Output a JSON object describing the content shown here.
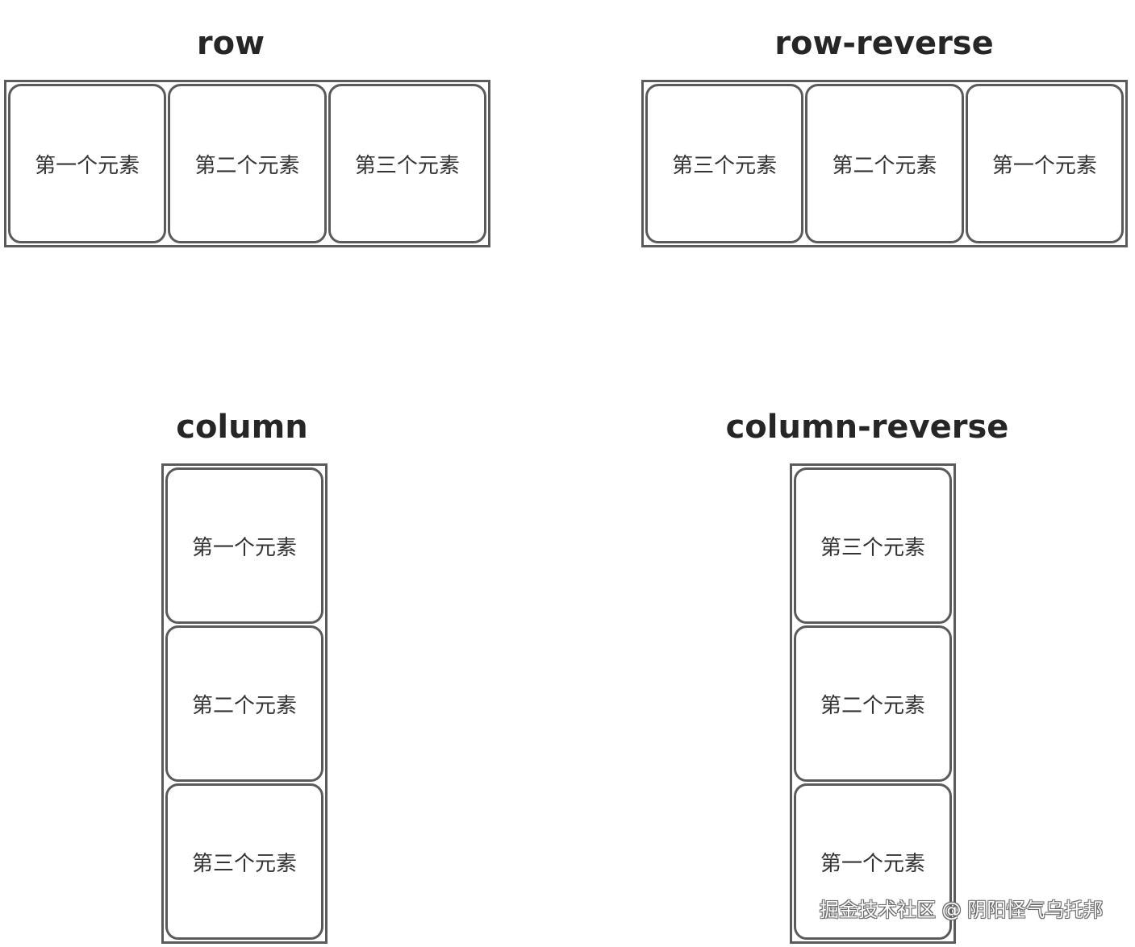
{
  "panels": {
    "row": {
      "title": "row",
      "items": [
        "第一个元素",
        "第二个元素",
        "第三个元素"
      ]
    },
    "row_reverse": {
      "title": "row-reverse",
      "items": [
        "第三个元素",
        "第二个元素",
        "第一个元素"
      ]
    },
    "column": {
      "title": "column",
      "items": [
        "第一个元素",
        "第二个元素",
        "第三个元素"
      ]
    },
    "column_reverse": {
      "title": "column-reverse",
      "items": [
        "第三个元素",
        "第二个元素",
        "第一个元素"
      ]
    }
  },
  "watermark": "掘金技术社区 @ 阴阳怪气乌托邦",
  "colors": {
    "border": "#5a5a5a",
    "title": "#262626",
    "text": "#333333",
    "background": "#ffffff"
  }
}
